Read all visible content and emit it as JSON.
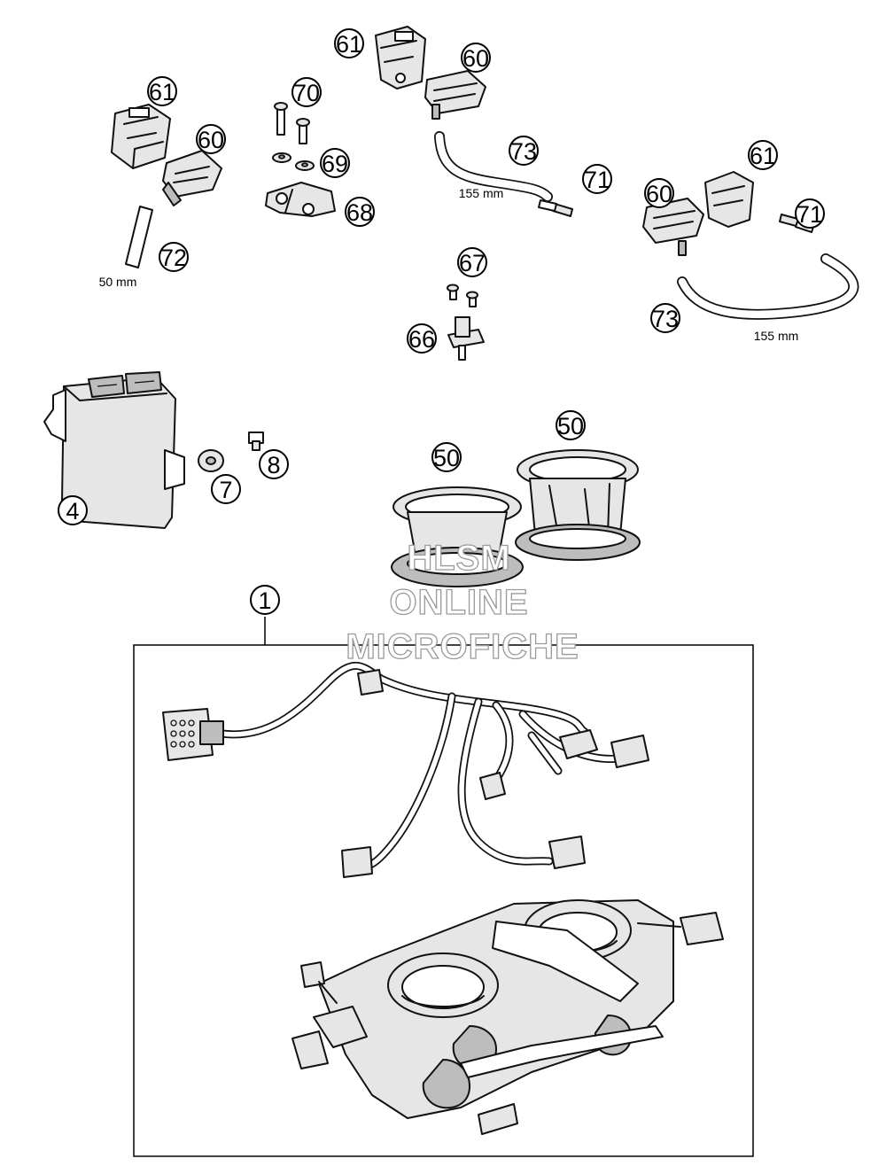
{
  "callouts": {
    "c61a": "61",
    "c60a": "60",
    "c61b": "61",
    "c60b": "60",
    "c70": "70",
    "c69": "69",
    "c68": "68",
    "c72": "72",
    "c73a": "73",
    "c71a": "71",
    "c61c": "61",
    "c60c": "60",
    "c71b": "71",
    "c73b": "73",
    "c67": "67",
    "c66": "66",
    "c4": "4",
    "c7": "7",
    "c8": "8",
    "c50a": "50",
    "c50b": "50",
    "c1": "1"
  },
  "dimensions": {
    "hose_short": "50 mm",
    "hose_mid": "155 mm",
    "hose_right": "155 mm"
  },
  "watermark": {
    "line1": "HLSM",
    "line2": "ONLINE",
    "line3": "MICROFICHE"
  }
}
